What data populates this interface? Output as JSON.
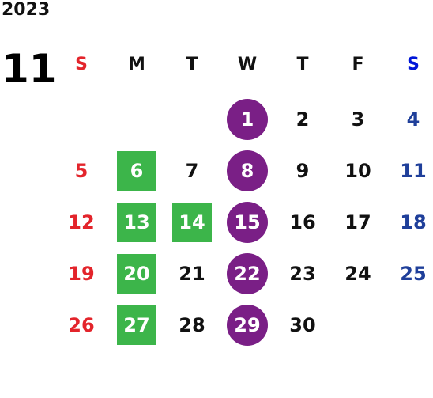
{
  "year": "2023",
  "month": "11",
  "weekdays": [
    "S",
    "M",
    "T",
    "W",
    "T",
    "F",
    "S"
  ],
  "weeks": [
    [
      "",
      "",
      "",
      "1",
      "2",
      "3",
      "4"
    ],
    [
      "5",
      "6",
      "7",
      "8",
      "9",
      "10",
      "11"
    ],
    [
      "12",
      "13",
      "14",
      "15",
      "16",
      "17",
      "18"
    ],
    [
      "19",
      "20",
      "21",
      "22",
      "23",
      "24",
      "25"
    ],
    [
      "26",
      "27",
      "28",
      "29",
      "30",
      "",
      ""
    ]
  ],
  "colors": {
    "sunday": "#e3242b",
    "saturday": "#1f3f9a",
    "saturday_header": "#0016d8",
    "green_highlight": "#3cb54a",
    "purple_highlight": "#7a1f86"
  },
  "highlights": {
    "green_square_days": [
      "6",
      "13",
      "14",
      "20",
      "27"
    ],
    "purple_circle_days": [
      "1",
      "8",
      "15",
      "22",
      "29"
    ]
  }
}
